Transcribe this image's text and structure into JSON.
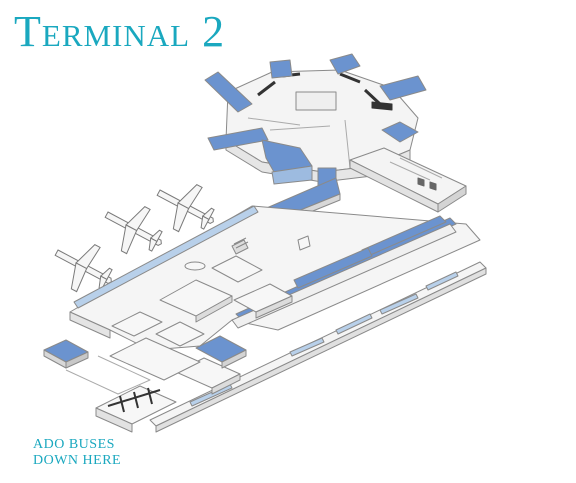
{
  "title": "Terminal 2",
  "bus_note": {
    "line1": "ADO BUSES",
    "line2": "DOWN HERE"
  },
  "colors": {
    "accent_text": "#1aa8bf",
    "gate_blue": "#6b93cf",
    "light_blue": "#b8d0ea",
    "outline": "#8a8a8a",
    "building": "#f4f4f4"
  },
  "icons": [
    "airplane-icon",
    "bus-stop-icon"
  ]
}
